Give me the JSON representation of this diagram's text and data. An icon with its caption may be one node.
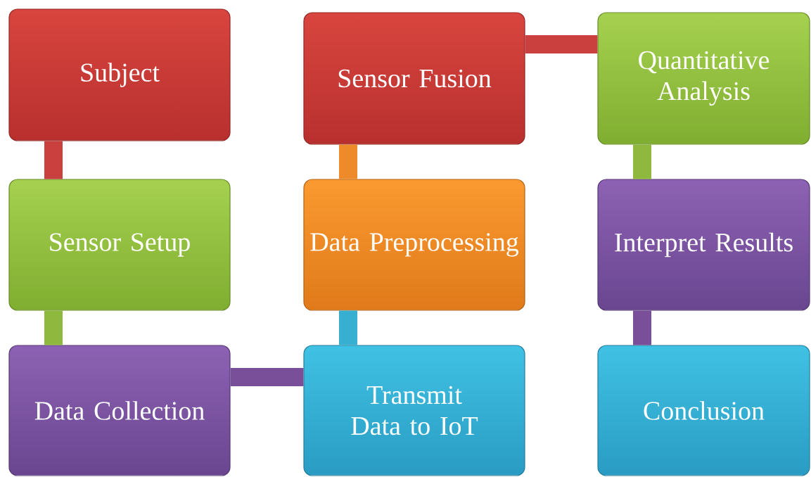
{
  "diagram": {
    "nodes": [
      {
        "text": [
          "Subject"
        ]
      },
      {
        "text": [
          "Sensor Setup"
        ]
      },
      {
        "text": [
          "Data Collection"
        ]
      },
      {
        "text": [
          "Transmit Data to IoT"
        ]
      },
      {
        "text": [
          "Data Preprocessing"
        ]
      },
      {
        "text": [
          "Sensor Fusion"
        ]
      },
      {
        "text": [
          "Quantitative Analysis"
        ]
      },
      {
        "text": [
          "Interpret Results"
        ]
      },
      {
        "text": [
          "Conclusion"
        ]
      }
    ],
    "edges": [
      {
        "from": 0,
        "to": 1,
        "arrow": "none",
        "color": "#c9403e"
      },
      {
        "from": 1,
        "to": 2,
        "arrow": "none",
        "color": "#8fb83e"
      },
      {
        "from": 2,
        "to": 3,
        "arrow": "none",
        "color": "#7a4f9a"
      },
      {
        "from": 3,
        "to": 4,
        "arrow": "none",
        "color": "#36afd0"
      },
      {
        "from": 4,
        "to": 5,
        "arrow": "none",
        "color": "#ef8a2a"
      },
      {
        "from": 5,
        "to": 6,
        "arrow": "none",
        "color": "#c9403e"
      },
      {
        "from": 6,
        "to": 7,
        "arrow": "none",
        "color": "#8fb83e"
      },
      {
        "from": 7,
        "to": 8,
        "arrow": "none",
        "color": "#7a4f9a"
      }
    ]
  }
}
